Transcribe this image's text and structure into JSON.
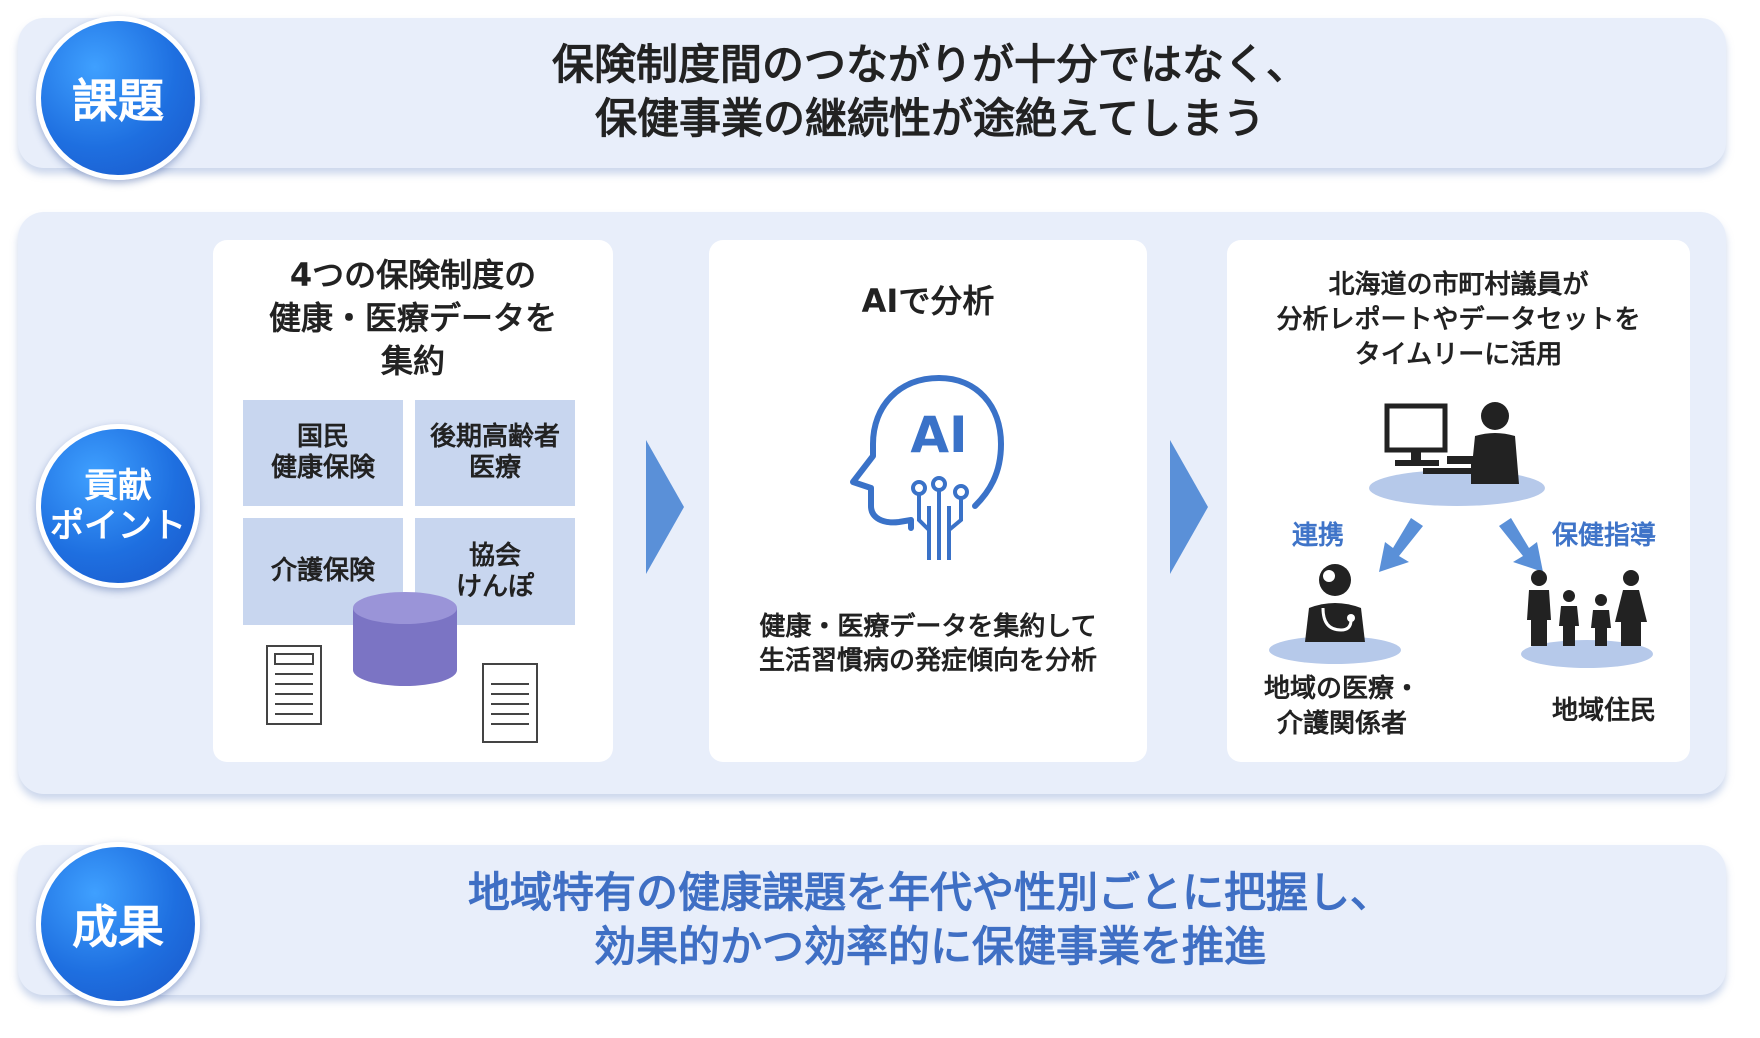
{
  "issue": {
    "badge": "課題",
    "lines": [
      "保険制度間のつながりが十分ではなく、",
      "保健事業の継続性が途絶えてしまう"
    ]
  },
  "contribution": {
    "badge_lines": [
      "貢献",
      "ポイント"
    ],
    "data_card": {
      "title_lines": [
        "4つの保険制度の",
        "健康・医療データを",
        "集約"
      ],
      "tiles": [
        {
          "lines": [
            "国民",
            "健康保険"
          ]
        },
        {
          "lines": [
            "後期高齢者",
            "医療"
          ]
        },
        {
          "lines": [
            "介護保険"
          ]
        },
        {
          "lines": [
            "協会",
            "けんぽ"
          ]
        }
      ]
    },
    "ai_card": {
      "title": "AIで分析",
      "icon_text": "AI",
      "desc_lines": [
        "健康・医療データを集約して",
        "生活習慣病の発症傾向を分析"
      ]
    },
    "use_card": {
      "title_lines": [
        "北海道の市町村議員が",
        "分析レポートやデータセットを",
        "タイムリーに活用"
      ],
      "arrow_left_label": "連携",
      "arrow_right_label": "保健指導",
      "medical_label_lines": [
        "地域の医療・",
        "介護関係者"
      ],
      "residents_label": "地域住民"
    }
  },
  "result": {
    "badge": "成果",
    "lines": [
      "地域特有の健康課題を年代や性別ごとに把握し、",
      "効果的かつ効率的に保健事業を推進"
    ]
  },
  "colors": {
    "band_bg": "#e8eefa",
    "badge_blue": "#1e6fe0",
    "tile_bg": "#c8d6ef",
    "accent_text": "#3f6fc4",
    "database": "#7b74c4",
    "arrow": "#5a90d8",
    "ai_icon": "#3a72c8"
  }
}
